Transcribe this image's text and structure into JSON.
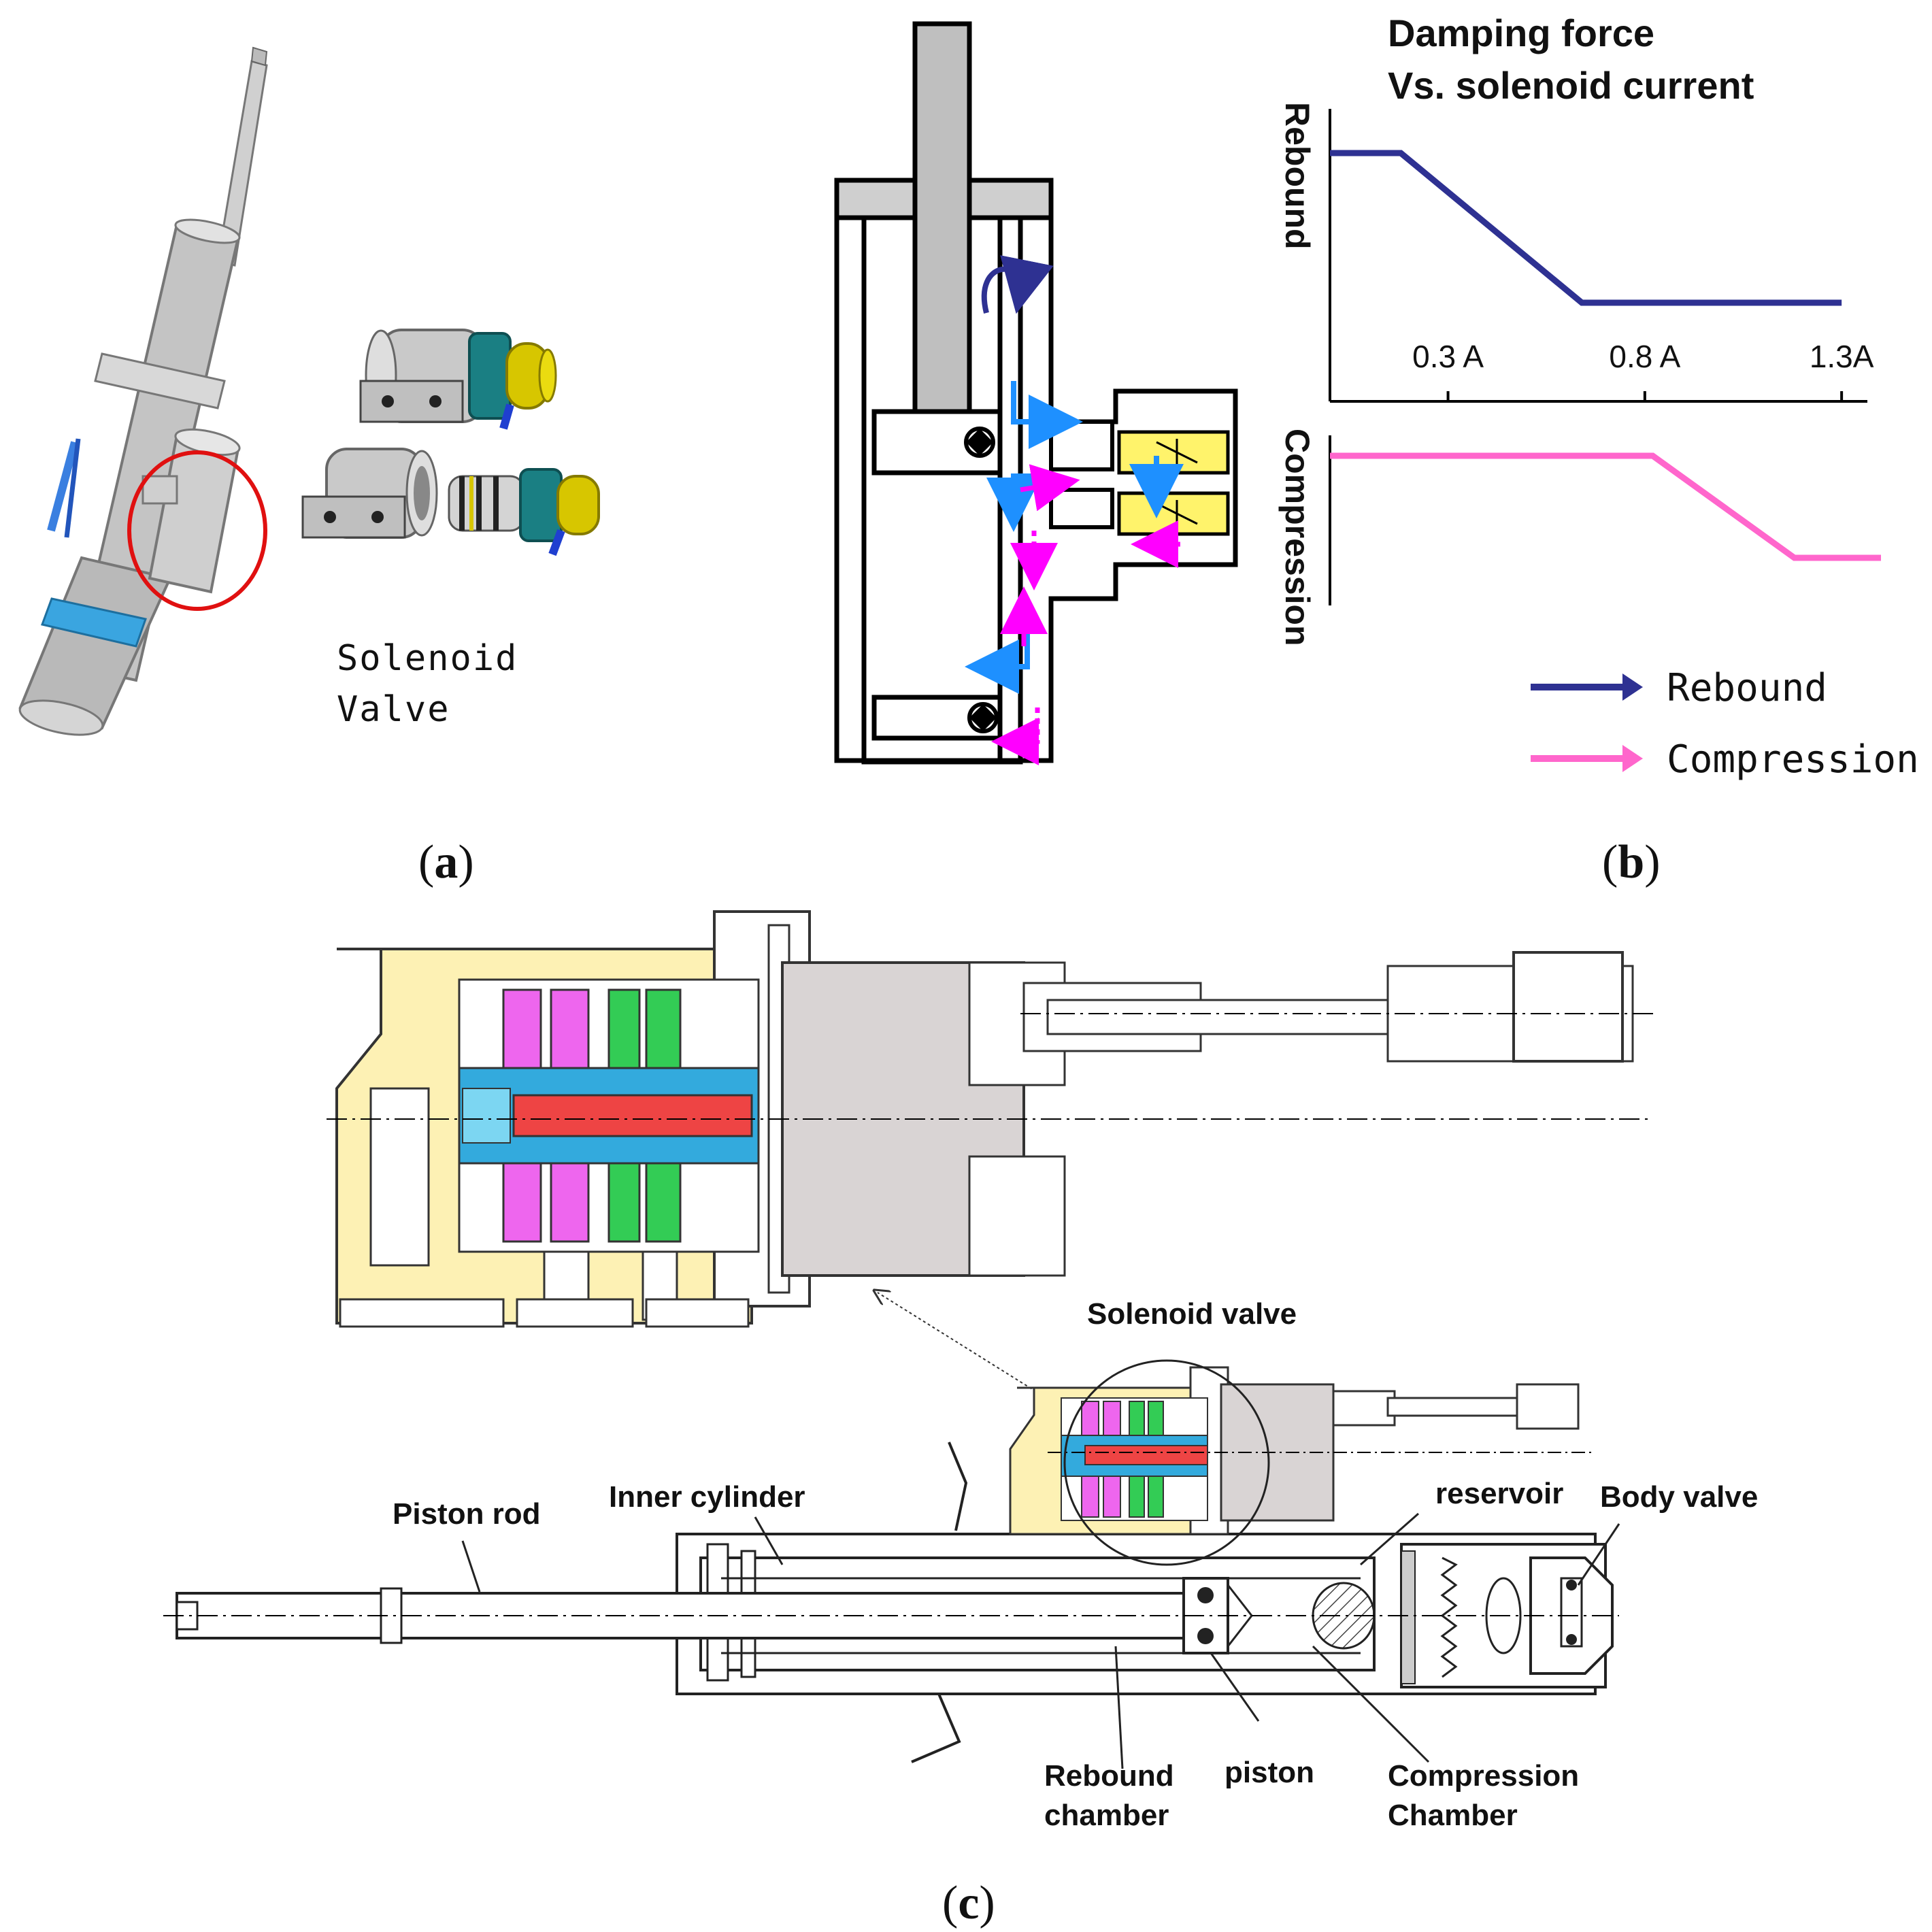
{
  "panel_a": {
    "caption_open": "(",
    "caption_letter": "a",
    "caption_close": ")",
    "label_line1": "Solenoid",
    "label_line2": "Valve"
  },
  "panel_b": {
    "caption_open": "(",
    "caption_letter": "b",
    "caption_close": ")",
    "chart_title_line1": "Damping force",
    "chart_title_line2": "Vs. solenoid current",
    "y_label_top": "Rebound",
    "y_label_bottom": "Compression",
    "legend_rebound": "Rebound",
    "legend_compression": "Compression",
    "colors": {
      "rebound": "#2e3192",
      "compression": "#ff66cc",
      "flow_blue": "#1e90ff"
    }
  },
  "panel_c": {
    "caption_open": "(",
    "caption_letter": "c",
    "caption_close": ")",
    "labels": {
      "solenoid_valve": "Solenoid valve",
      "piston_rod": "Piston rod",
      "inner_cylinder": "Inner cylinder",
      "reservoir": "reservoir",
      "body_valve": "Body valve",
      "rebound_chamber_1": "Rebound",
      "rebound_chamber_2": "chamber",
      "piston": "piston",
      "compression_chamber_1": "Compression",
      "compression_chamber_2": "Chamber"
    },
    "colors": {
      "housing": "#fdf1b4",
      "magenta": "#ee66ee",
      "green": "#33cc55",
      "cyan": "#33aadd",
      "red": "#ee4444",
      "coil_gray": "#d9d4d4"
    }
  },
  "chart_data": {
    "type": "line",
    "title": "Damping force Vs. solenoid current",
    "x_tick_labels": [
      "0.3 A",
      "0.8 A",
      "1.3A"
    ],
    "x_ticks": [
      0.3,
      0.8,
      1.3
    ],
    "xlim": [
      0.0,
      1.4
    ],
    "series": [
      {
        "name": "Rebound",
        "x": [
          0.0,
          0.18,
          0.64,
          1.3
        ],
        "y": [
          1.0,
          1.0,
          0.0,
          0.0
        ]
      },
      {
        "name": "Compression",
        "x": [
          0.0,
          0.82,
          1.18,
          1.4
        ],
        "y": [
          1.0,
          1.0,
          0.0,
          0.0
        ]
      }
    ],
    "ylim": [
      0,
      1
    ],
    "grid": false,
    "legend": "bottom-right"
  }
}
